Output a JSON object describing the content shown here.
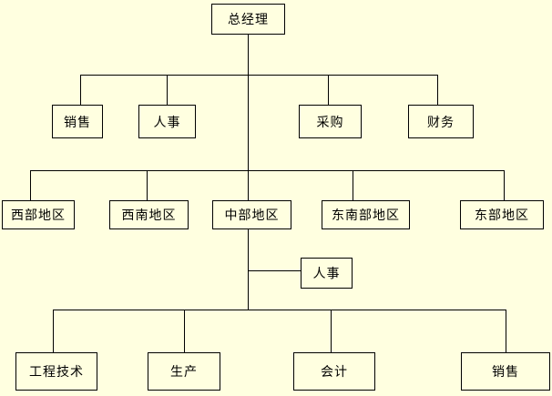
{
  "colors": {
    "page-bg": "#FFFFE0",
    "node-bg": "#FFFFE0",
    "node-border": "#000000",
    "line": "#000000",
    "text": "#000000"
  },
  "diagram": {
    "type": "org-chart",
    "nodes": {
      "general_manager": {
        "label": "总经理"
      },
      "sales": {
        "label": "销售"
      },
      "hr": {
        "label": "人事"
      },
      "purchasing": {
        "label": "采购"
      },
      "finance": {
        "label": "财务"
      },
      "west_region": {
        "label": "西部地区"
      },
      "southwest_region": {
        "label": "西南地区"
      },
      "central_region": {
        "label": "中部地区"
      },
      "southeast_region": {
        "label": "东南部地区"
      },
      "east_region": {
        "label": "东部地区"
      },
      "central_hr": {
        "label": "人事"
      },
      "engineering": {
        "label": "工程技术"
      },
      "production": {
        "label": "生产"
      },
      "accounting": {
        "label": "会计"
      },
      "central_sales": {
        "label": "销售"
      }
    },
    "edges": [
      {
        "from": "general_manager",
        "to": "sales"
      },
      {
        "from": "general_manager",
        "to": "hr"
      },
      {
        "from": "general_manager",
        "to": "purchasing"
      },
      {
        "from": "general_manager",
        "to": "finance"
      },
      {
        "from": "general_manager",
        "to": "west_region"
      },
      {
        "from": "general_manager",
        "to": "southwest_region"
      },
      {
        "from": "general_manager",
        "to": "central_region"
      },
      {
        "from": "general_manager",
        "to": "southeast_region"
      },
      {
        "from": "general_manager",
        "to": "east_region"
      },
      {
        "from": "central_region",
        "to": "central_hr"
      },
      {
        "from": "central_region",
        "to": "engineering"
      },
      {
        "from": "central_region",
        "to": "production"
      },
      {
        "from": "central_region",
        "to": "accounting"
      },
      {
        "from": "central_region",
        "to": "central_sales"
      }
    ]
  }
}
